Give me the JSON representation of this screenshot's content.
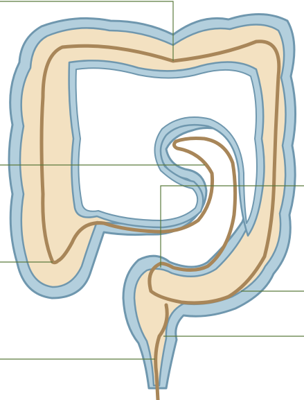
{
  "diagram": {
    "subject": "large-intestine",
    "colors": {
      "outer_wall": "#b3cfdd",
      "outline": "#6f97ae",
      "tissue": "#f3e1c1",
      "lumen_line": "#a88659",
      "leader_line": "#5b7a3c",
      "background": "#ffffff"
    },
    "parts": [
      "transverse-colon",
      "ascending-colon",
      "descending-colon",
      "sigmoid-colon",
      "rectum"
    ]
  }
}
